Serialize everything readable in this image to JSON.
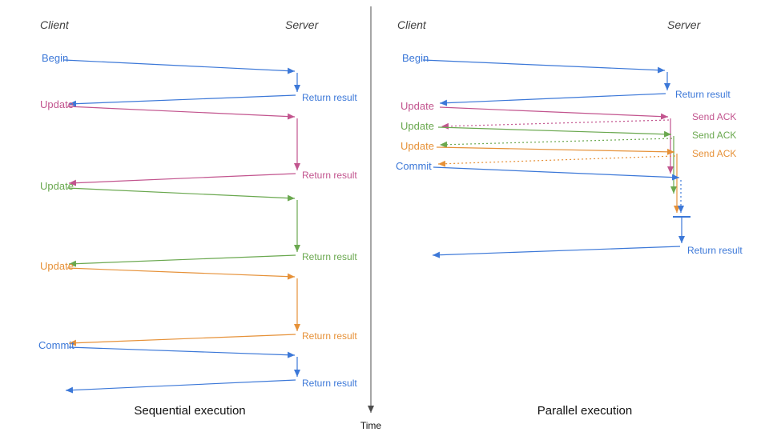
{
  "diagram": {
    "time_label": "Time",
    "colors": {
      "blue": "#3c78d8",
      "pink": "#c2548e",
      "green": "#6aa84f",
      "orange": "#e69138",
      "axis": "#4d4d4d"
    },
    "sequential": {
      "title": "Sequential execution",
      "client": "Client",
      "server": "Server",
      "steps": [
        {
          "request": "Begin",
          "response": "Return result",
          "color": "blue"
        },
        {
          "request": "Update",
          "response": "Return result",
          "color": "pink"
        },
        {
          "request": "Update",
          "response": "Return result",
          "color": "green"
        },
        {
          "request": "Update",
          "response": "Return result",
          "color": "orange"
        },
        {
          "request": "Commit",
          "response": "Return result",
          "color": "blue"
        }
      ]
    },
    "parallel": {
      "title": "Parallel execution",
      "client": "Client",
      "server": "Server",
      "steps": [
        {
          "request": "Begin",
          "response": "Return result",
          "color": "blue"
        },
        {
          "request": "Update",
          "response": "Send ACK",
          "color": "pink"
        },
        {
          "request": "Update",
          "response": "Send ACK",
          "color": "green"
        },
        {
          "request": "Update",
          "response": "Send ACK",
          "color": "orange"
        },
        {
          "request": "Commit",
          "response": "Return result",
          "color": "blue"
        }
      ]
    }
  }
}
